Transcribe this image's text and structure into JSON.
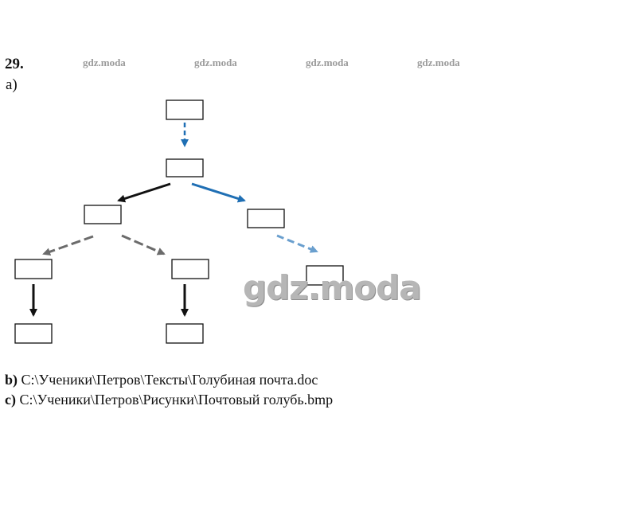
{
  "problem_number": "29.",
  "watermarks": [
    "gdz.moda",
    "gdz.moda",
    "gdz.moda",
    "gdz.moda"
  ],
  "big_watermark": "gdz.moda",
  "part_a": {
    "label": "a)"
  },
  "part_b": {
    "label": "b)",
    "path": "C:\\Ученики\\Петров\\Тексты\\Голубиная почта.doc"
  },
  "part_c": {
    "label": "c)",
    "path": "C:\\Ученики\\Петров\\Рисунки\\Почтовый голубь.bmp"
  },
  "colors": {
    "blue_arrow": "#1f6fb4",
    "light_blue_arrow": "#6a9fce",
    "gray_arrow": "#6b6b6b",
    "black_arrow": "#111111"
  }
}
